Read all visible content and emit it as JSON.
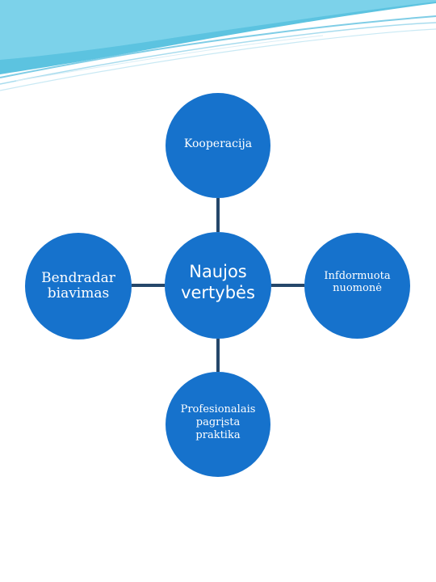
{
  "diagram": {
    "center": "Naujos\nvertybės",
    "top": "Kooperacija",
    "left": "Bendradar\nbiavimas",
    "right": "Infdormuota\nnuomonė",
    "bottom": "Profesionalais\npagrįsta\npraktika"
  },
  "colors": {
    "circle_fill": "#1672cc",
    "connector": "#25476a",
    "text": "#ffffff",
    "banner_accent": "#5cc3e0"
  }
}
